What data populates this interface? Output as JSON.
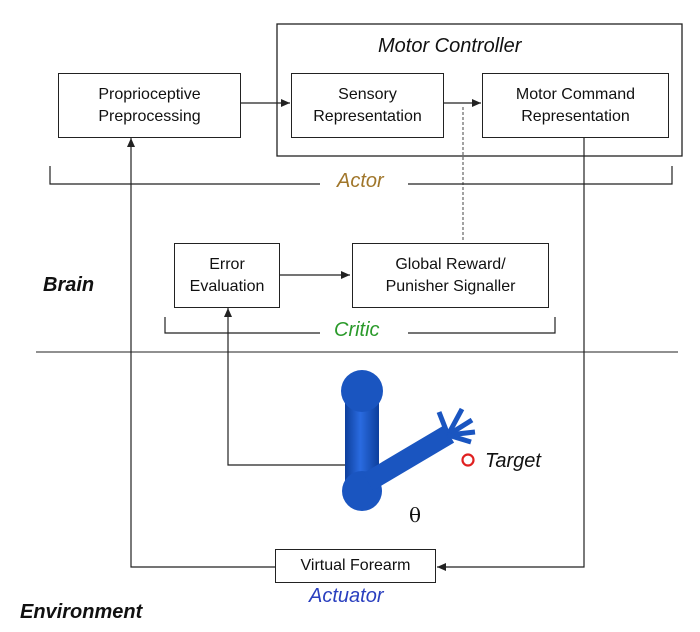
{
  "motor_controller": {
    "title": "Motor Controller"
  },
  "boxes": {
    "proprioceptive": {
      "line1": "Proprioceptive",
      "line2": "Preprocessing"
    },
    "sensory": {
      "line1": "Sensory",
      "line2": "Representation"
    },
    "motor_command": {
      "line1": "Motor Command",
      "line2": "Representation"
    },
    "error_eval": {
      "line1": "Error",
      "line2": "Evaluation"
    },
    "global_reward": {
      "line1": "Global Reward/",
      "line2": "Punisher Signaller"
    },
    "virtual_forearm": {
      "line1": "Virtual Forearm"
    }
  },
  "labels": {
    "actor": "Actor",
    "critic": "Critic",
    "brain": "Brain",
    "environment": "Environment",
    "actuator": "Actuator",
    "target": "Target",
    "theta": "θ"
  },
  "colors": {
    "actor": "#a0762a",
    "critic": "#2a9a2a",
    "actuator": "#2a3fbf",
    "arm": "#1550b8",
    "target": "#e02020",
    "line": "#222222"
  }
}
